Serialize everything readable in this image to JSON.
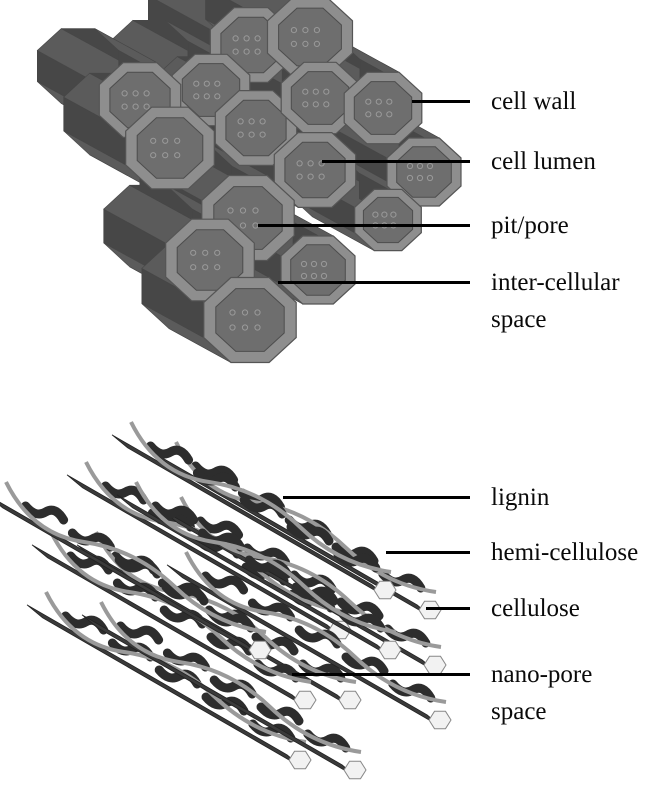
{
  "labels": {
    "cell_wall": "cell wall",
    "cell_lumen": "cell lumen",
    "pit_pore": "pit/pore",
    "intercellular_line1": "inter-cellular",
    "intercellular_line2": "space",
    "lignin": "lignin",
    "hemicellulose": "hemi-cellulose",
    "cellulose": "cellulose",
    "nanopore_line1": "nano-pore",
    "nanopore_line2": "space"
  },
  "colors": {
    "background": "#ffffff",
    "tube_outer": "#5b5b5b",
    "tube_outer_dark": "#474747",
    "tube_ring": "#8e8e8e",
    "tube_lumen": "#6e6e6e",
    "pit": "#9a9a9a",
    "lignin": "#2d2d2d",
    "hemicellulose": "#9a9a9a",
    "cellulose_face": "#f2f2f2",
    "leader_line": "#000000",
    "text": "#0a0a0a"
  }
}
